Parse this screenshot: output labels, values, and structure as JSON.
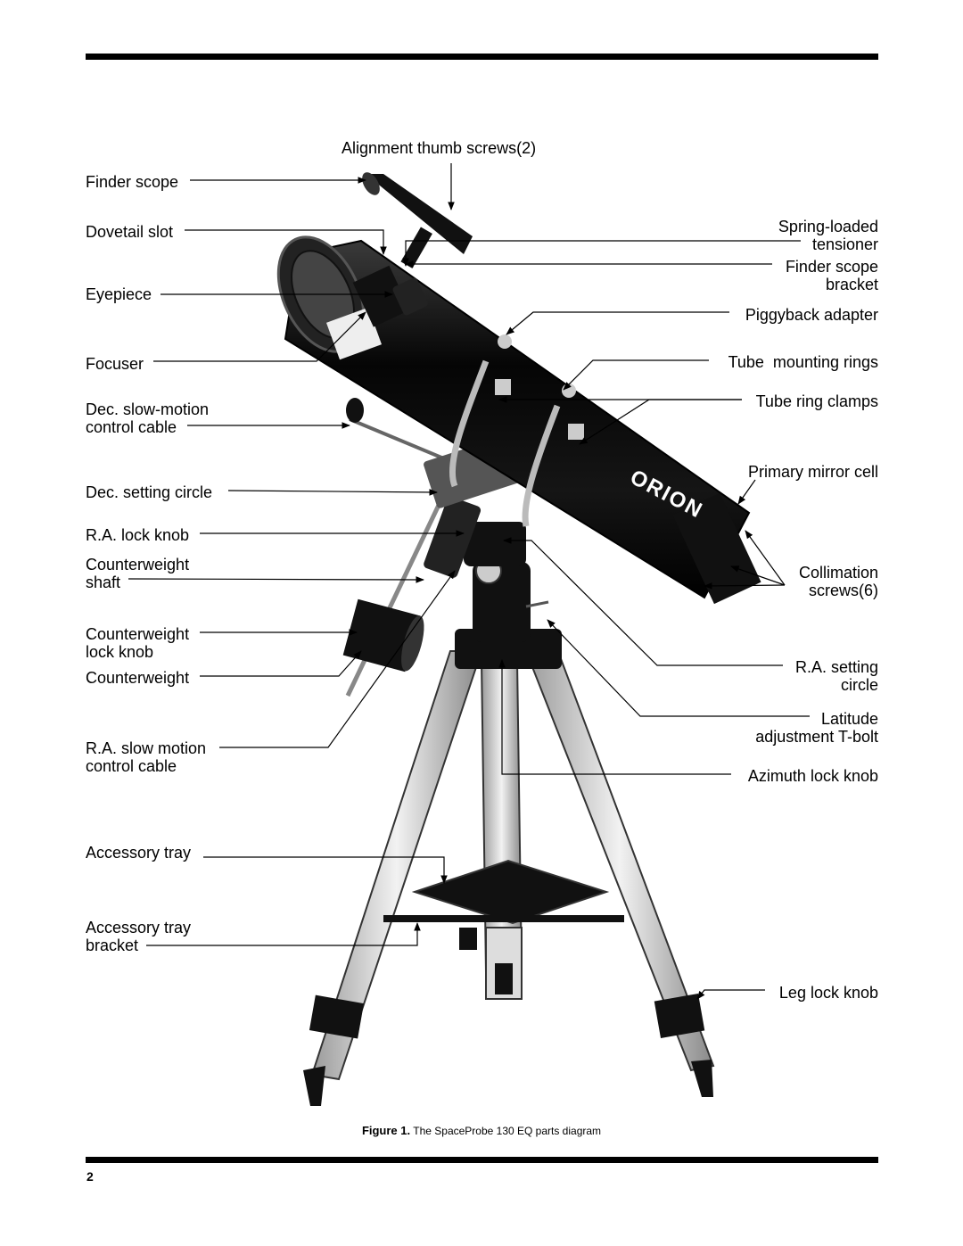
{
  "labels": {
    "alignment_thumb_screws": "Alignment thumb screws(2)",
    "finder_scope": "Finder scope",
    "dovetail_slot": "Dovetail slot",
    "eyepiece": "Eyepiece",
    "focuser": "Focuser",
    "dec_slow_motion": "Dec. slow-motion\ncontrol cable",
    "dec_setting_circle": "Dec. setting circle",
    "ra_lock_knob": "R.A. lock knob",
    "counterweight_shaft": "Counterweight\nshaft",
    "counterweight_lock_knob": "Counterweight\nlock knob",
    "counterweight": "Counterweight",
    "ra_slow_motion": "R.A. slow motion\ncontrol cable",
    "accessory_tray": "Accessory tray",
    "accessory_tray_bracket": "Accessory tray\nbracket",
    "spring_loaded_tensioner": "Spring-loaded\ntensioner",
    "finder_scope_bracket": "Finder scope\nbracket",
    "piggyback_adapter": "Piggyback adapter",
    "tube_mounting_rings": "Tube  mounting rings",
    "tube_ring_clamps": "Tube ring clamps",
    "primary_mirror_cell": "Primary mirror cell",
    "collimation_screws": "Collimation\nscrews(6)",
    "ra_setting_circle": "R.A. setting\ncircle",
    "latitude_adjustment": "Latitude\nadjustment T-bolt",
    "azimuth_lock_knob": "Azimuth lock knob",
    "leg_lock_knob": "Leg lock knob"
  },
  "brand_logo": "ORION",
  "caption": {
    "figure": "Figure 1.",
    "text": "The SpaceProbe 130 EQ parts diagram"
  },
  "page_number": "2"
}
